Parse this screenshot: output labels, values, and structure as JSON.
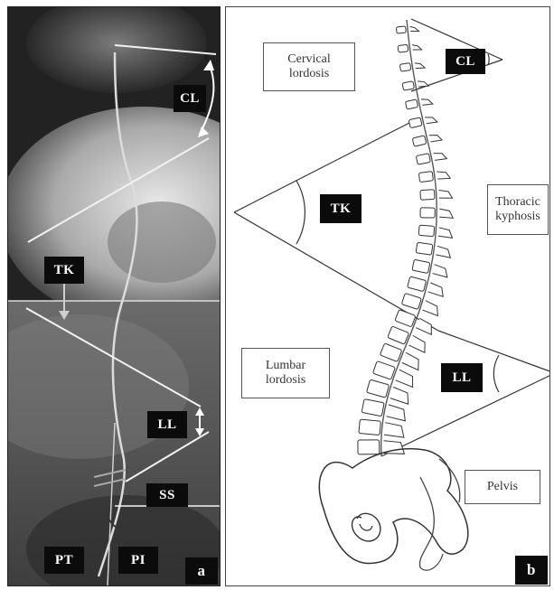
{
  "panel_a": {
    "labels": {
      "cl": "CL",
      "tk": "TK",
      "ll": "LL",
      "ss": "SS",
      "pt": "PT",
      "pi": "PI"
    },
    "panel_letter": "a"
  },
  "panel_b": {
    "angle_labels": {
      "cl": "CL",
      "tk": "TK",
      "ll": "LL"
    },
    "region_boxes": {
      "cervical": "Cervical\nlordosis",
      "thoracic": "Thoracic\nkyphosis",
      "lumbar": "Lumbar\nlordosis",
      "pelvis": "Pelvis"
    },
    "panel_letter": "b"
  }
}
